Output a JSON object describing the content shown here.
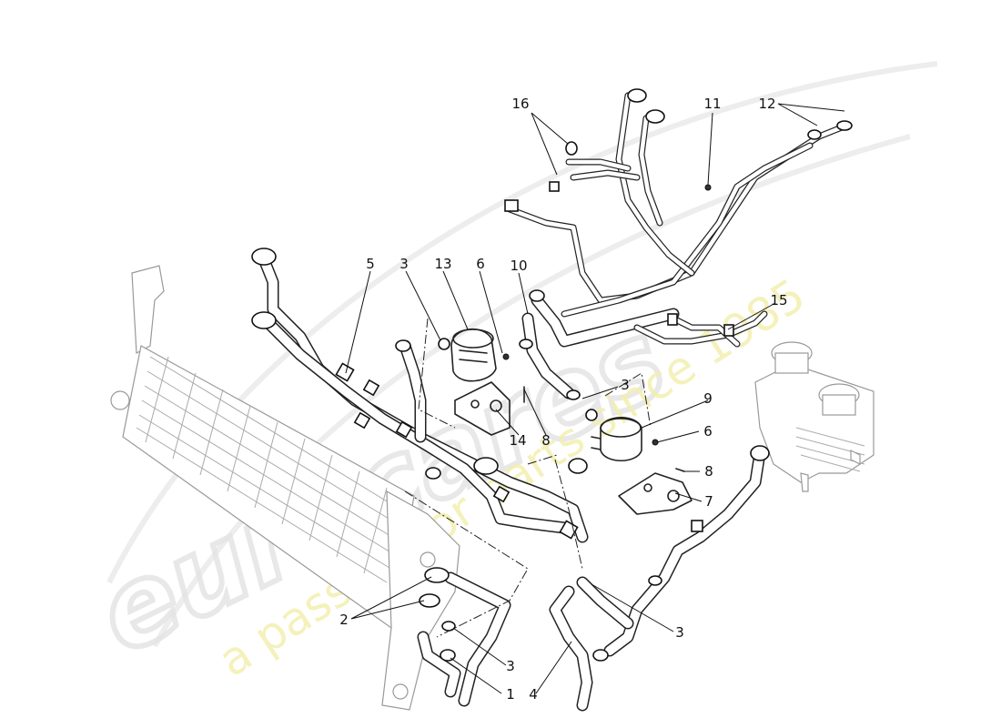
{
  "diagram": {
    "watermark": {
      "logo_text": "eurocares",
      "tagline": "a passion for parts since 1985"
    },
    "callouts": [
      {
        "label": "16",
        "part": "clamp"
      },
      {
        "label": "11",
        "part": "clip"
      },
      {
        "label": "12",
        "part": "clamp"
      },
      {
        "label": "5",
        "part": "radiator-hose"
      },
      {
        "label": "3",
        "part": "clamp"
      },
      {
        "label": "13",
        "part": "electric-water-pump"
      },
      {
        "label": "6",
        "part": "nut"
      },
      {
        "label": "10",
        "part": "hose"
      },
      {
        "label": "15",
        "part": "pipe"
      },
      {
        "label": "3",
        "part": "clamp"
      },
      {
        "label": "14",
        "part": "bracket"
      },
      {
        "label": "8",
        "part": "bolt"
      },
      {
        "label": "9",
        "part": "electric-water-pump"
      },
      {
        "label": "6",
        "part": "nut"
      },
      {
        "label": "8",
        "part": "bolt"
      },
      {
        "label": "7",
        "part": "bracket"
      },
      {
        "label": "2",
        "part": "clamp"
      },
      {
        "label": "3",
        "part": "clamp"
      },
      {
        "label": "1",
        "part": "hose"
      },
      {
        "label": "4",
        "part": "hose"
      },
      {
        "label": "3",
        "part": "clamp"
      }
    ]
  }
}
